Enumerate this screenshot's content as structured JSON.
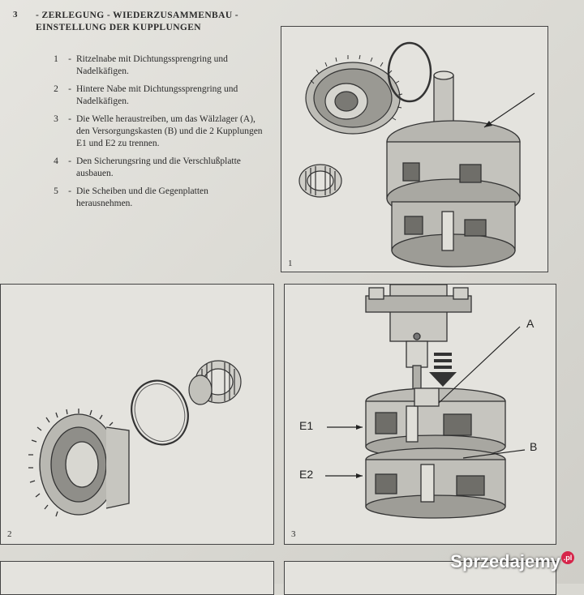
{
  "section": {
    "number": "3",
    "title_line1": "- ZERLEGUNG - WIEDERZUSAMMENBAU -",
    "title_line2": "EINSTELLUNG DER KUPPLUNGEN"
  },
  "steps": [
    {
      "num": "1",
      "text": "Ritzelnabe mit Dichtungssprengring und Nadelkäfigen."
    },
    {
      "num": "2",
      "text": "Hintere Nabe mit Dichtungssprengring und Nadelkäfigen."
    },
    {
      "num": "3",
      "text": "Die Welle heraustreiben, um das Wälzlager (A), den Versorgungskasten (B) und die 2 Kupplungen E1 und E2 zu trennen."
    },
    {
      "num": "4",
      "text": "Den Sicherungsring und die Verschlußplatte ausbauen."
    },
    {
      "num": "5",
      "text": "Die Scheiben und die Gegenplatten herausnehmen."
    }
  ],
  "figures": {
    "fig1_num": "1",
    "fig2_num": "2",
    "fig3_num": "3",
    "label_a": "A",
    "label_b": "B",
    "label_e1": "E1",
    "label_e2": "E2"
  },
  "watermark": {
    "text": "Sprzedajemy",
    "badge": ".pl"
  }
}
